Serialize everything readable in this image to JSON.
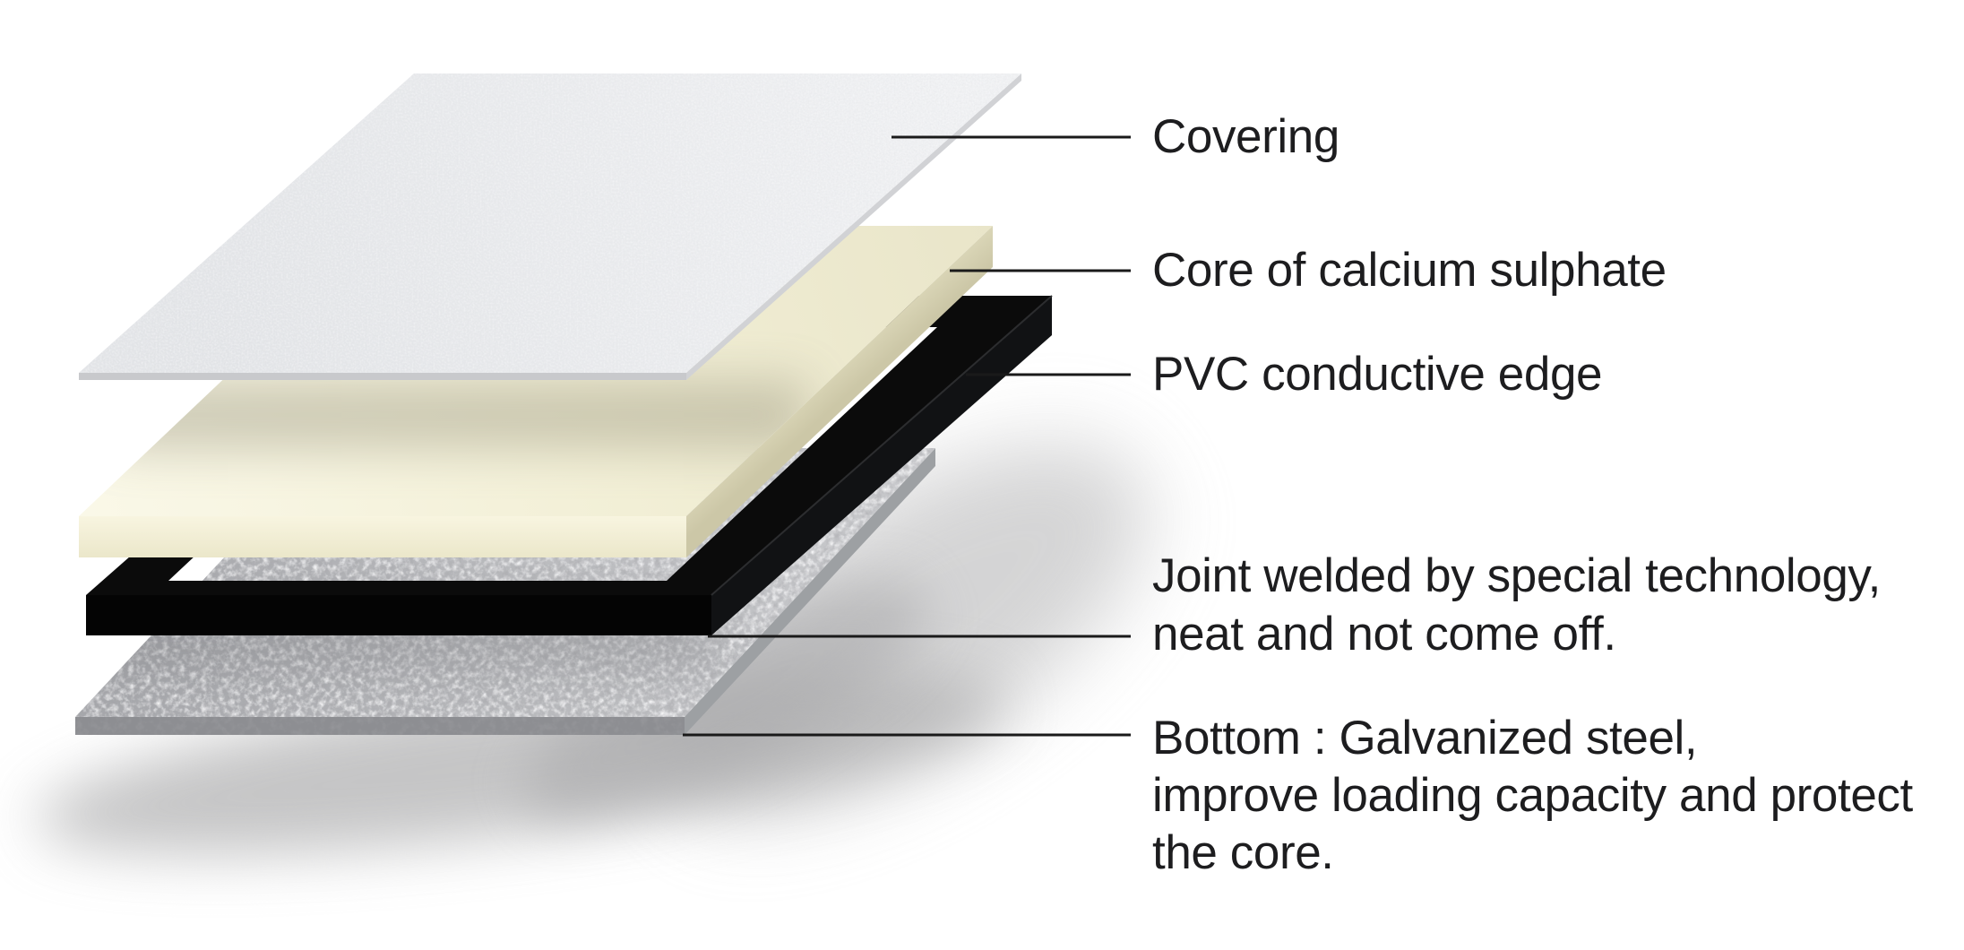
{
  "figure": {
    "type": "exploded-layer-diagram",
    "layer_count": 4,
    "layers": [
      {
        "id": "covering",
        "label_ref": "covering",
        "color": "#e5e6e8",
        "texture": "fine-speckle"
      },
      {
        "id": "core",
        "label_ref": "core",
        "color": "#f3f0d8",
        "texture": "smooth"
      },
      {
        "id": "pvc-edge",
        "label_ref": "pvc",
        "color": "#0b0b0b",
        "texture": "smooth"
      },
      {
        "id": "steel-bottom",
        "label_ref": "bottom",
        "color": "#b9babd",
        "texture": "coarse-speckle"
      }
    ]
  },
  "labels": {
    "covering": {
      "text": "Covering"
    },
    "core": {
      "text": "Core of calcium sulphate"
    },
    "pvc": {
      "text": "PVC conductive edge"
    },
    "joint": {
      "text": "Joint welded by special technology,\nneat and not come off."
    },
    "bottom": {
      "text": "Bottom : Galvanized steel,\nimprove loading capacity and protect\nthe core."
    }
  },
  "colors": {
    "background": "#ffffff",
    "text": "#1d1d1f",
    "leader_line": "#1a1a1a",
    "covering_edge": "#c8c9cc",
    "covering_side_edge": "#d1d2d5",
    "core_side_flat": "#d5d1b2",
    "pvc_top": "#0b0b0b",
    "pvc_front": "#040404",
    "pvc_side": "#111214",
    "steel_front": "#8d8e92",
    "steel_side": "#9da0a3",
    "shadow": "#b2b2b3"
  }
}
